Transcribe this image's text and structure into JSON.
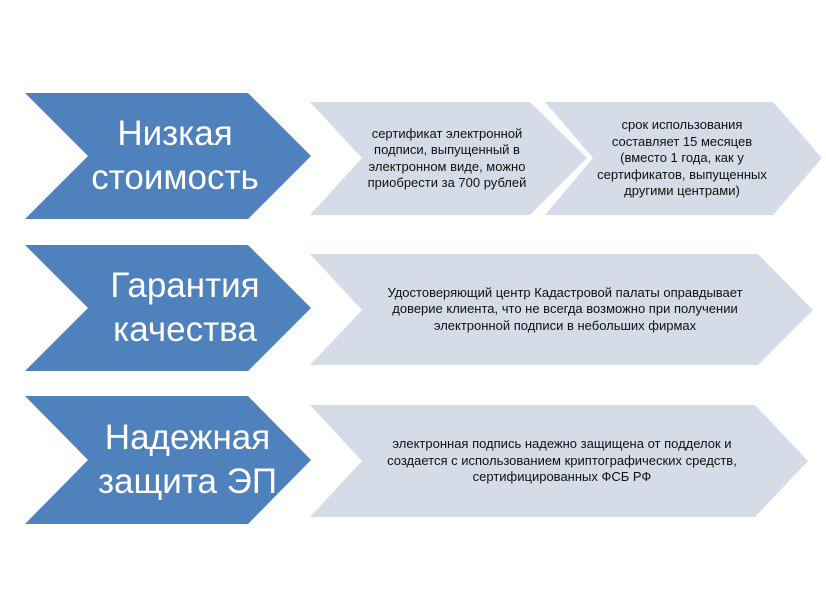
{
  "colors": {
    "primary": "#4f81bd",
    "secondary": "#d5dbe7"
  },
  "rows": [
    {
      "title": "Низкая стоимость",
      "details": [
        "сертификат электронной подписи, выпущенный в электронном виде, можно приобрести за 700 рублей",
        "срок использования составляет 15 месяцев (вместо 1 года, как у сертификатов, выпущенных другими центрами)"
      ]
    },
    {
      "title": "Гарантия качества",
      "details": [
        "Удостоверяющий центр Кадастровой палаты оправдывает доверие клиента, что не всегда возможно при получении электронной подписи в небольших фирмах"
      ]
    },
    {
      "title": "Надежная защита ЭП",
      "details": [
        "электронная подпись надежно защищена от подделок и создается с использованием криптографических средств, сертифицированных ФСБ РФ"
      ]
    }
  ]
}
